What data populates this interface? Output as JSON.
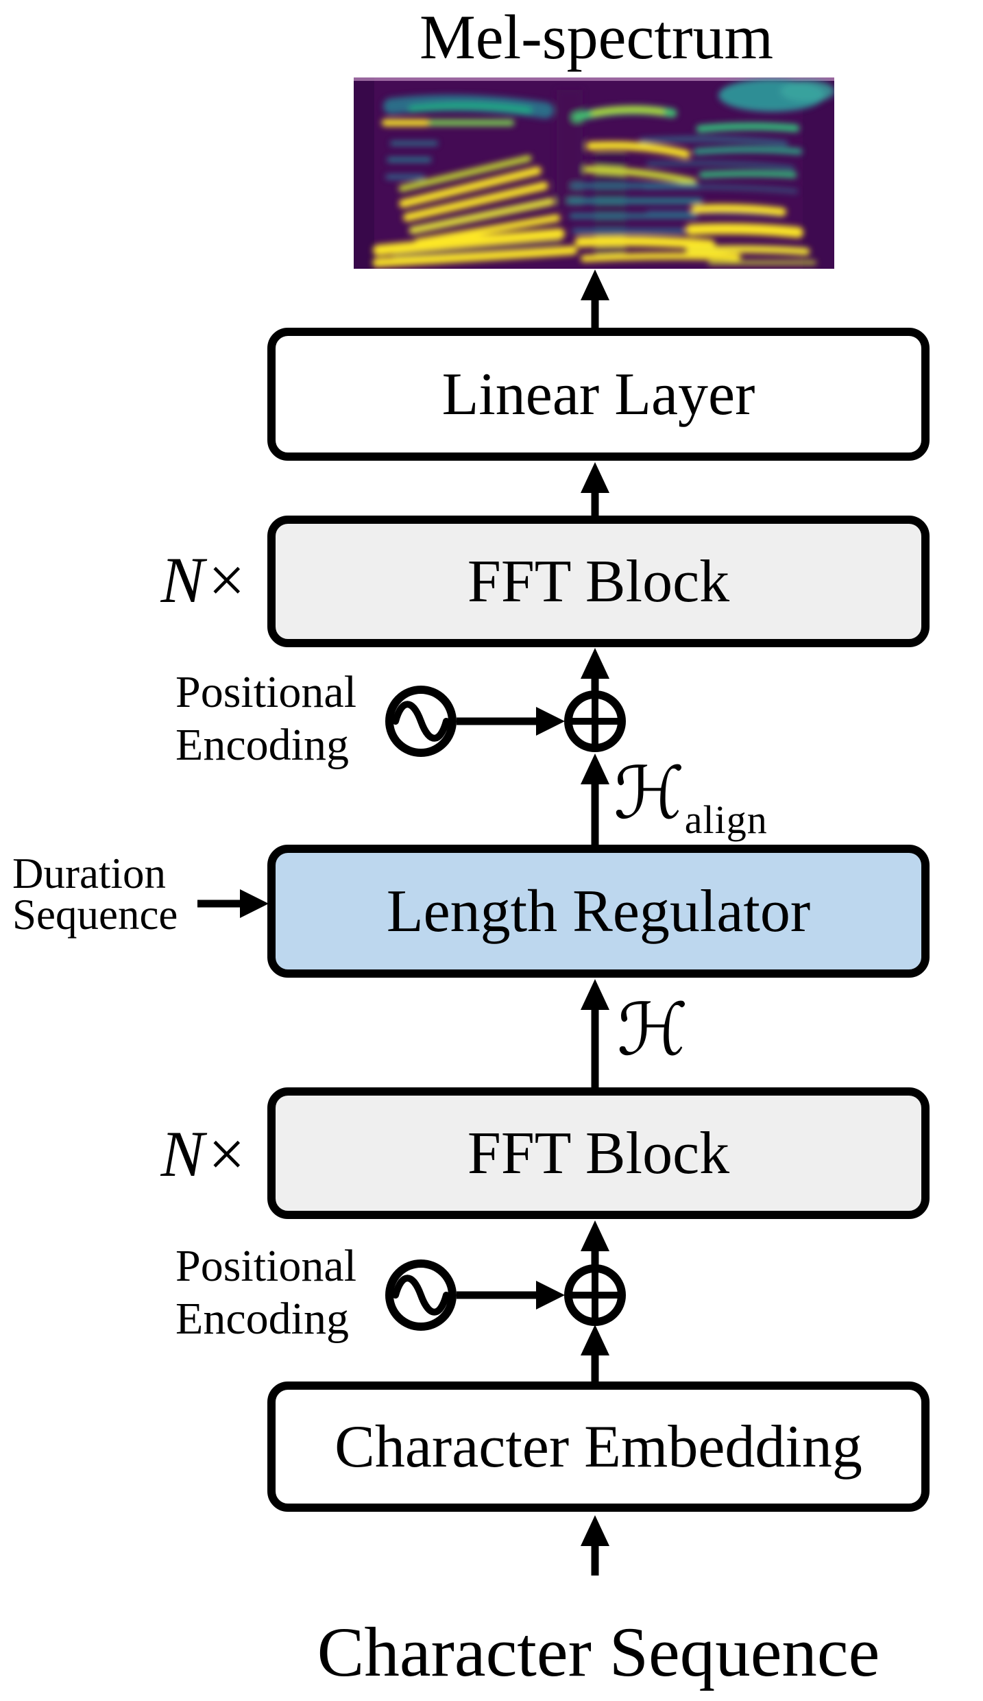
{
  "figure": {
    "title": "Mel-spectrum",
    "blocks": {
      "linear_label": "Linear Layer",
      "fft_label": "FFT Block",
      "length_regulator_label": "Length Regulator",
      "char_embedding_label": "Character Embedding"
    },
    "annotations": {
      "repeat": "N×",
      "positional_line1": "Positional",
      "positional_line2": "Encoding",
      "duration_line1": "Duration",
      "duration_line2": "Sequence",
      "hidden_symbol": "ℋ",
      "hidden_align_symbol": "ℋ",
      "hidden_align_subscript": "align",
      "input_label": "Character Sequence"
    },
    "icons": {
      "positional_encoding_icon": "sine-wave-in-circle",
      "add_icon": "circled-plus"
    },
    "colors": {
      "outline": "#000000",
      "fft_block_fill": "#efefef",
      "length_regulator_fill": "#bdd7ee",
      "plain_block_fill": "#ffffff",
      "spectrogram_palette": [
        "#440b54",
        "#414487",
        "#2a788e",
        "#22a884",
        "#7ad151",
        "#fde725"
      ]
    }
  }
}
